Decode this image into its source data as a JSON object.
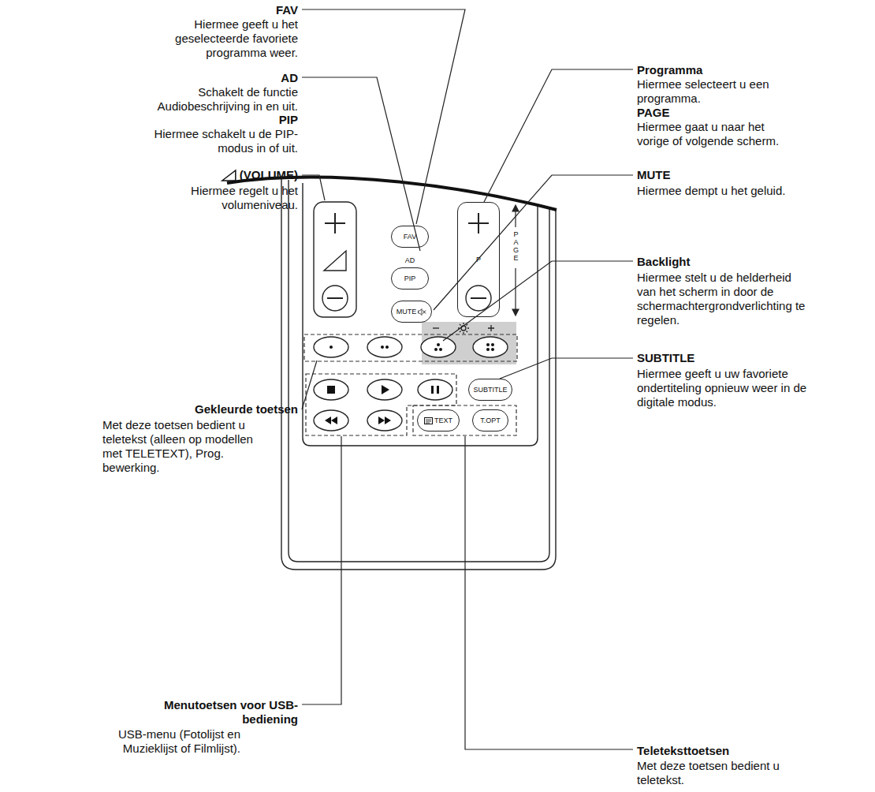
{
  "diagram": {
    "nodes": [
      {
        "text": [
          "FAV"
        ]
      },
      {
        "text": [
          "AD",
          "PIP"
        ]
      },
      {
        "text": [
          "P"
        ]
      },
      {
        "text": [
          "MUTE"
        ]
      },
      {
        "text": [
          "SUBTITLE"
        ]
      },
      {
        "text": [
          "TEXT"
        ]
      },
      {
        "text": [
          "T.OPT"
        ]
      }
    ],
    "labels": [
      "FAV",
      "Hiermee geeft u het geselecteerde favoriete programma weer.",
      "AD",
      "Schakelt de functie Audiobeschrijving in en uit.",
      "PIP",
      "Hiermee schakelt u de PIP-modus in of uit.",
      "(VOLUME)",
      "Hiermee regelt u het volumeniveau.",
      "Gekleurde toetsen",
      "Met deze toetsen bedient u teletekst (alleen op modellen met TELETEXT), Prog. bewerking.",
      "Menutoetsen voor USB-bediening",
      "USB-menu (Fotolijst en Muzieklijst of Filmlijst).",
      "Programma",
      "Hiermee selecteert u een programma.",
      "PAGE",
      "Hiermee gaat u naar het vorige of volgende scherm.",
      "MUTE",
      "Hiermee dempt u het geluid.",
      "Backlight",
      "Hiermee stelt u de helderheid van het scherm in door de schermachtergrondverlichting te regelen.",
      "SUBTITLE",
      "Hiermee geeft u uw favoriete ondertiteling opnieuw weer in de digitale modus.",
      "Teleteksttoetsen",
      "Met deze toetsen bedient u teletekst.",
      "PAGE"
    ]
  }
}
